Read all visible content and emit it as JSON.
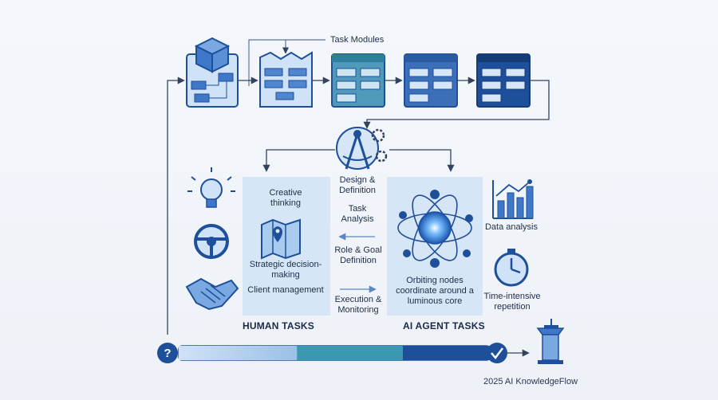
{
  "header": {
    "task_modules_label": "Task Modules"
  },
  "center": {
    "steps": [
      "Design & Definition",
      "Task Analysis",
      "Role & Goal Definition",
      "Execution & Monitoring"
    ]
  },
  "human_panel": {
    "title": "HUMAN TASKS",
    "items": [
      "Creative thinking",
      "Strategic decision-making",
      "Client management"
    ]
  },
  "ai_panel": {
    "title": "AI AGENT TASKS",
    "caption": "Orbiting nodes coordinate around a luminous core"
  },
  "right_side": {
    "items": [
      "Data analysis",
      "Time-intensive repetition"
    ]
  },
  "footer": {
    "copyright": "2025 AI KnowledgeFlow"
  },
  "colors": {
    "navy": "#1e4f9a",
    "mid_blue": "#3f78c8",
    "light_blue": "#cfe2f7",
    "teal": "#3a98b0",
    "panel_bg": "#d6e6f6"
  }
}
